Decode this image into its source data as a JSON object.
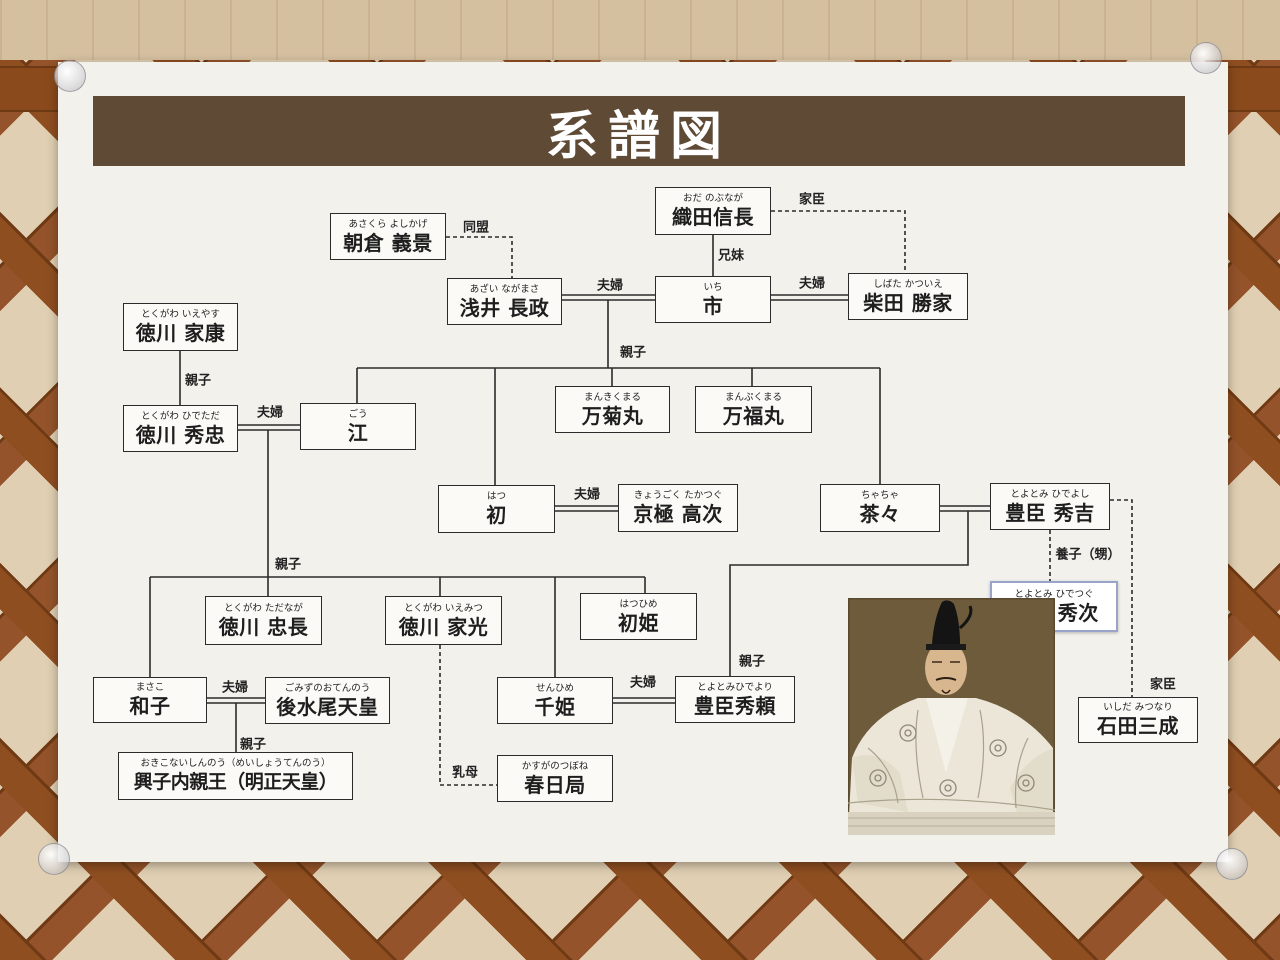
{
  "title": "系譜図",
  "colors": {
    "header": "#5f4a36",
    "poster": "#f3f1ec",
    "line": "#2b2b2b",
    "highlight_border": "#9aa3c9"
  },
  "people": {
    "asakura": {
      "furigana": "あさくら よしかげ",
      "name": "朝倉 義景"
    },
    "oda": {
      "furigana": "おだ のぶなが",
      "name": "織田信長"
    },
    "azai": {
      "furigana": "あざい ながまさ",
      "name": "浅井 長政"
    },
    "ichi": {
      "furigana": "いち",
      "name": "市"
    },
    "shibata": {
      "furigana": "しばた かついえ",
      "name": "柴田 勝家"
    },
    "ieyasu": {
      "furigana": "とくがわ いえやす",
      "name": "徳川 家康"
    },
    "hidetada": {
      "furigana": "とくがわ ひでただ",
      "name": "徳川 秀忠"
    },
    "go": {
      "furigana": "ごう",
      "name": "江"
    },
    "mankikumaru": {
      "furigana": "まんきくまる",
      "name": "万菊丸"
    },
    "manpukumaru": {
      "furigana": "まんぷくまる",
      "name": "万福丸"
    },
    "hatsu": {
      "furigana": "はつ",
      "name": "初"
    },
    "kyogoku": {
      "furigana": "きょうごく たかつぐ",
      "name": "京極 高次"
    },
    "chacha": {
      "furigana": "ちゃちゃ",
      "name": "茶々"
    },
    "hideyoshi": {
      "furigana": "とよとみ ひでよし",
      "name": "豊臣 秀吉"
    },
    "hidetsugu": {
      "furigana": "とよとみ ひでつぐ",
      "name": "豊臣 秀次"
    },
    "tadanaga": {
      "furigana": "とくがわ ただなが",
      "name": "徳川 忠長"
    },
    "iemitsu": {
      "furigana": "とくがわ いえみつ",
      "name": "徳川 家光"
    },
    "hatsuhime": {
      "furigana": "はつひめ",
      "name": "初姫"
    },
    "mitsunari": {
      "furigana": "いしだ みつなり",
      "name": "石田三成"
    },
    "masako": {
      "furigana": "まさこ",
      "name": "和子"
    },
    "gomizunoo": {
      "furigana": "ごみずのおてんのう",
      "name": "後水尾天皇"
    },
    "okiko": {
      "furigana": "おきこないしんのう（めいしょうてんのう）",
      "name": "興子内親王（明正天皇）"
    },
    "senhime": {
      "furigana": "せんひめ",
      "name": "千姫"
    },
    "hideyori": {
      "furigana": "とよとみひでより",
      "name": "豊臣秀頼"
    },
    "kasuga": {
      "furigana": "かすがのつぼね",
      "name": "春日局"
    }
  },
  "labels": {
    "alliance": "同盟",
    "retainer_oda_shibata": "家臣",
    "siblings_oda_ichi": "兄妹",
    "couple_azai_ichi": "夫婦",
    "couple_ichi_shibata": "夫婦",
    "parent_child_azai_ichi": "親子",
    "parent_child_ieyasu": "親子",
    "couple_hidetada_go": "夫婦",
    "couple_hatsu_kyogoku": "夫婦",
    "parent_child_hidetada_go": "親子",
    "adopted_nephew": "養子（甥）",
    "parent_child_hideyoshi_chacha": "親子",
    "retainer_hideyoshi_mitsunari": "家臣",
    "couple_masako_gomizunoo": "夫婦",
    "couple_senhime_hideyori": "夫婦",
    "parent_child_masako_gomizunoo": "親子",
    "wet_nurse": "乳母"
  },
  "portrait": {
    "icon": "portrait-painting-icon"
  }
}
